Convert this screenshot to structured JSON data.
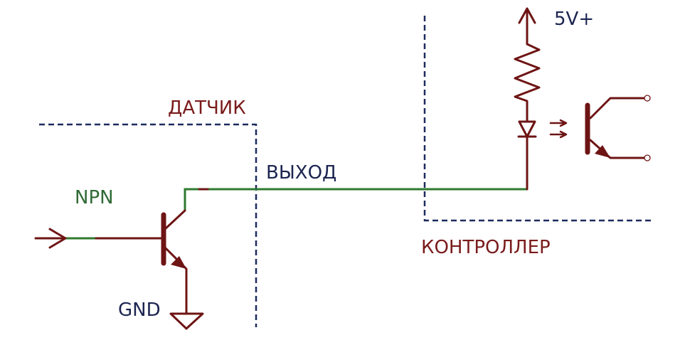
{
  "labels": {
    "sensor": "ДАТЧИК",
    "output": "ВЫХОД",
    "npn": "NPN",
    "gnd": "GND",
    "supply": "5V+",
    "controller": "КОНТРОЛЛЕР"
  },
  "colors": {
    "component": "#6e1414",
    "wire": "#2f7a2f",
    "boundary": "#1c2a5e",
    "npn_text": "#2f6a35",
    "label_red": "#7a1c1c",
    "label_blue": "#1c2450"
  }
}
